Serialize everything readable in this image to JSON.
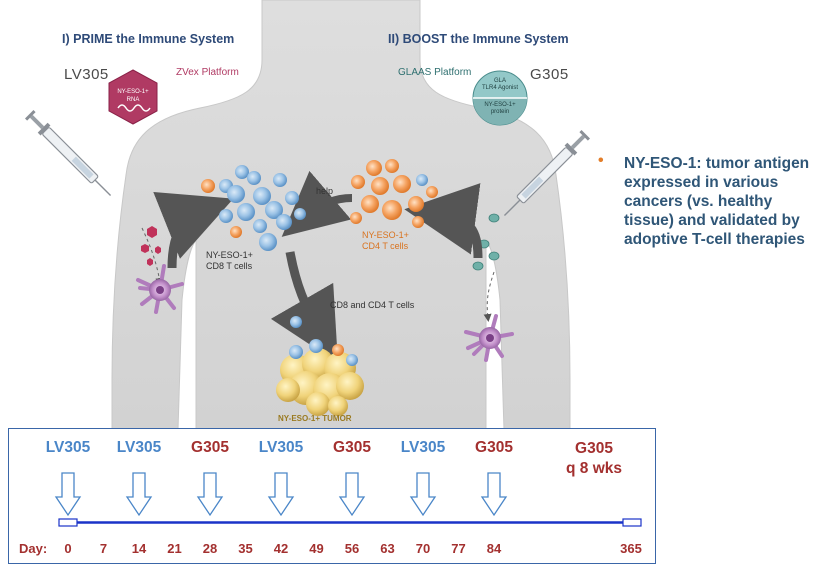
{
  "diagram": {
    "prime_header": "I)  PRIME the Immune System",
    "boost_header": "II)  BOOST the Immune System",
    "lv305": "LV305",
    "zvex_platform": "ZVex Platform",
    "zvex_label_line1": "NY-ESO-1+",
    "zvex_label_line2": "RNA",
    "glaas_platform": "GLAAS Platform",
    "g305": "G305",
    "gla_line1": "GLA",
    "gla_line2": "TLR4 Agonist",
    "protein_line1": "NY-ESO-1+",
    "protein_line2": "protein",
    "cd8_line1": "NY-ESO-1+",
    "cd8_line2": "CD8 T cells",
    "help": "help",
    "cd4_line1": "NY-ESO-1+",
    "cd4_line2": "CD4 T cells",
    "cd8_cd4": "CD8 and CD4 T cells",
    "tumor": "NY-ESO-1+ TUMOR"
  },
  "bullet": {
    "text": "NY-ESO-1: tumor antigen expressed in various cancers (vs. healthy tissue) and validated by adoptive T-cell therapies"
  },
  "timeline": {
    "day_label": "Day:",
    "days": [
      "0",
      "7",
      "14",
      "21",
      "28",
      "35",
      "42",
      "49",
      "56",
      "63",
      "70",
      "77",
      "84",
      "365"
    ],
    "events": [
      {
        "label": "LV305",
        "kind": "lv"
      },
      {
        "label": "LV305",
        "kind": "lv"
      },
      {
        "label": "G305",
        "kind": "g"
      },
      {
        "label": "LV305",
        "kind": "lv"
      },
      {
        "label": "G305",
        "kind": "g"
      },
      {
        "label": "LV305",
        "kind": "lv"
      },
      {
        "label": "G305",
        "kind": "g"
      }
    ],
    "final_line1": "G305",
    "final_line2": "q 8 wks"
  },
  "colors": {
    "lv": "#4a86c8",
    "g": "#a3302f",
    "header": "#2e4a78",
    "bullet_text": "#2f5677",
    "bullet_dot": "#e37e2a",
    "timeline_line": "#1a33c8"
  }
}
